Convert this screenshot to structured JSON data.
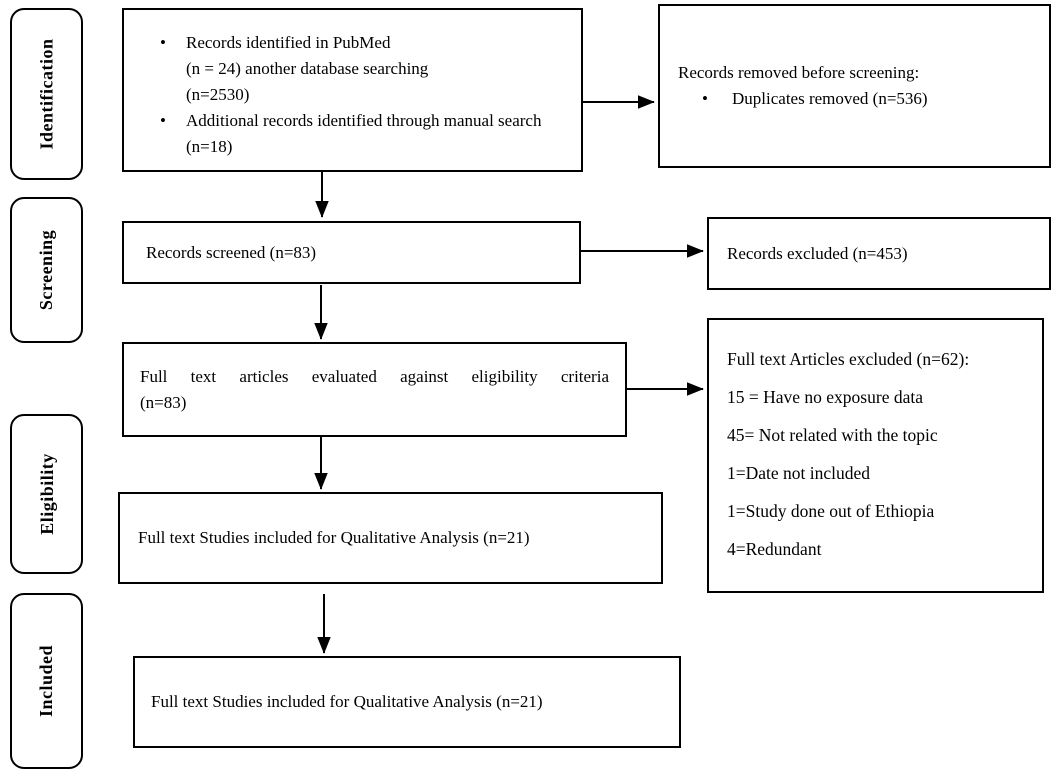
{
  "diagram": {
    "stages": [
      {
        "id": "identification",
        "label": "Identification"
      },
      {
        "id": "screening",
        "label": "Screening"
      },
      {
        "id": "eligibility",
        "label": "Eligibility"
      },
      {
        "id": "included",
        "label": "Included"
      }
    ],
    "boxes": {
      "identification_records": {
        "bullet_icon": "•",
        "items": [
          "Records identified in PubMed\n(n = 24) another database searching\n(n=2530)",
          "Additional records identified through manual search (n=18)"
        ]
      },
      "records_removed": {
        "title": "Records removed before screening:",
        "bullet_icon": "•",
        "items": [
          "Duplicates removed (n=536)"
        ]
      },
      "records_screened": {
        "text": "Records screened (n=83)"
      },
      "records_excluded": {
        "text": "Records excluded (n=453)"
      },
      "full_text_evaluated": {
        "text": "Full text articles evaluated against eligibility criteria\n(n=83)"
      },
      "full_text_excluded": {
        "title": "Full text Articles excluded (n=62):",
        "reasons": [
          "15 = Have no exposure data",
          "45= Not related with the topic",
          "1=Date not included",
          "1=Study done out of Ethiopia",
          "4=Redundant"
        ]
      },
      "qualitative_analysis_eligibility": {
        "text": "Full text Studies included for Qualitative Analysis (n=21)"
      },
      "qualitative_analysis_included": {
        "text": "Full text Studies included for Qualitative Analysis (n=21)"
      }
    },
    "colors": {
      "border": "#000000",
      "background": "#ffffff",
      "text": "#000000"
    }
  }
}
